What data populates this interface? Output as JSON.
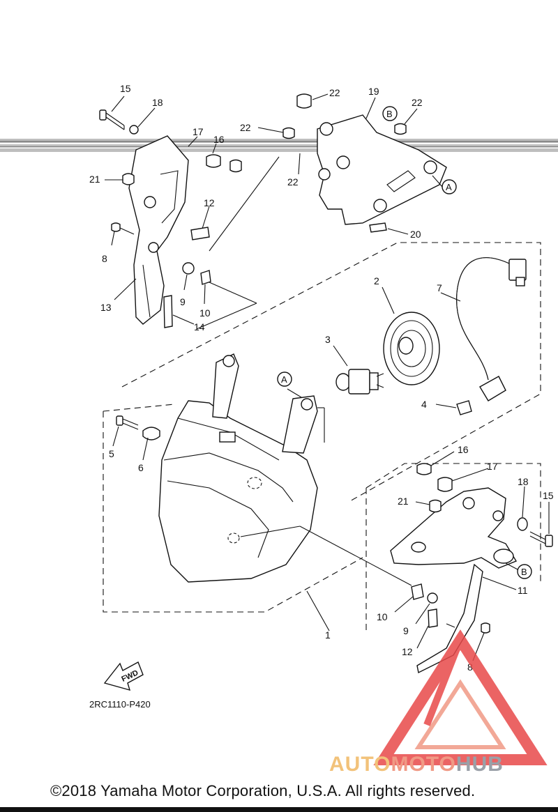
{
  "diagram": {
    "code": "2RC1110-P420",
    "fwd_label": "FWD",
    "copyright": "©2018 Yamaha Motor Corporation, U.S.A. All rights reserved.",
    "watermark": {
      "part1": "AUTO",
      "part2": "MOTO",
      "part3": "HUB"
    },
    "callouts": {
      "n1": "1",
      "n2": "2",
      "n3": "3",
      "n4": "4",
      "n5": "5",
      "n6": "6",
      "n7": "7",
      "n8": "8",
      "n9": "9",
      "n10": "10",
      "n11": "11",
      "n12": "12",
      "n13": "13",
      "n14": "14",
      "n15": "15",
      "n16": "16",
      "n17": "17",
      "n18": "18",
      "n19": "19",
      "n20": "20",
      "n21": "21",
      "n22": "22"
    },
    "refs": {
      "a": "A",
      "b": "B"
    },
    "colors": {
      "line": "#111111",
      "watermark_red": "#e8494a",
      "watermark_gray": "#9aa0a8"
    }
  }
}
